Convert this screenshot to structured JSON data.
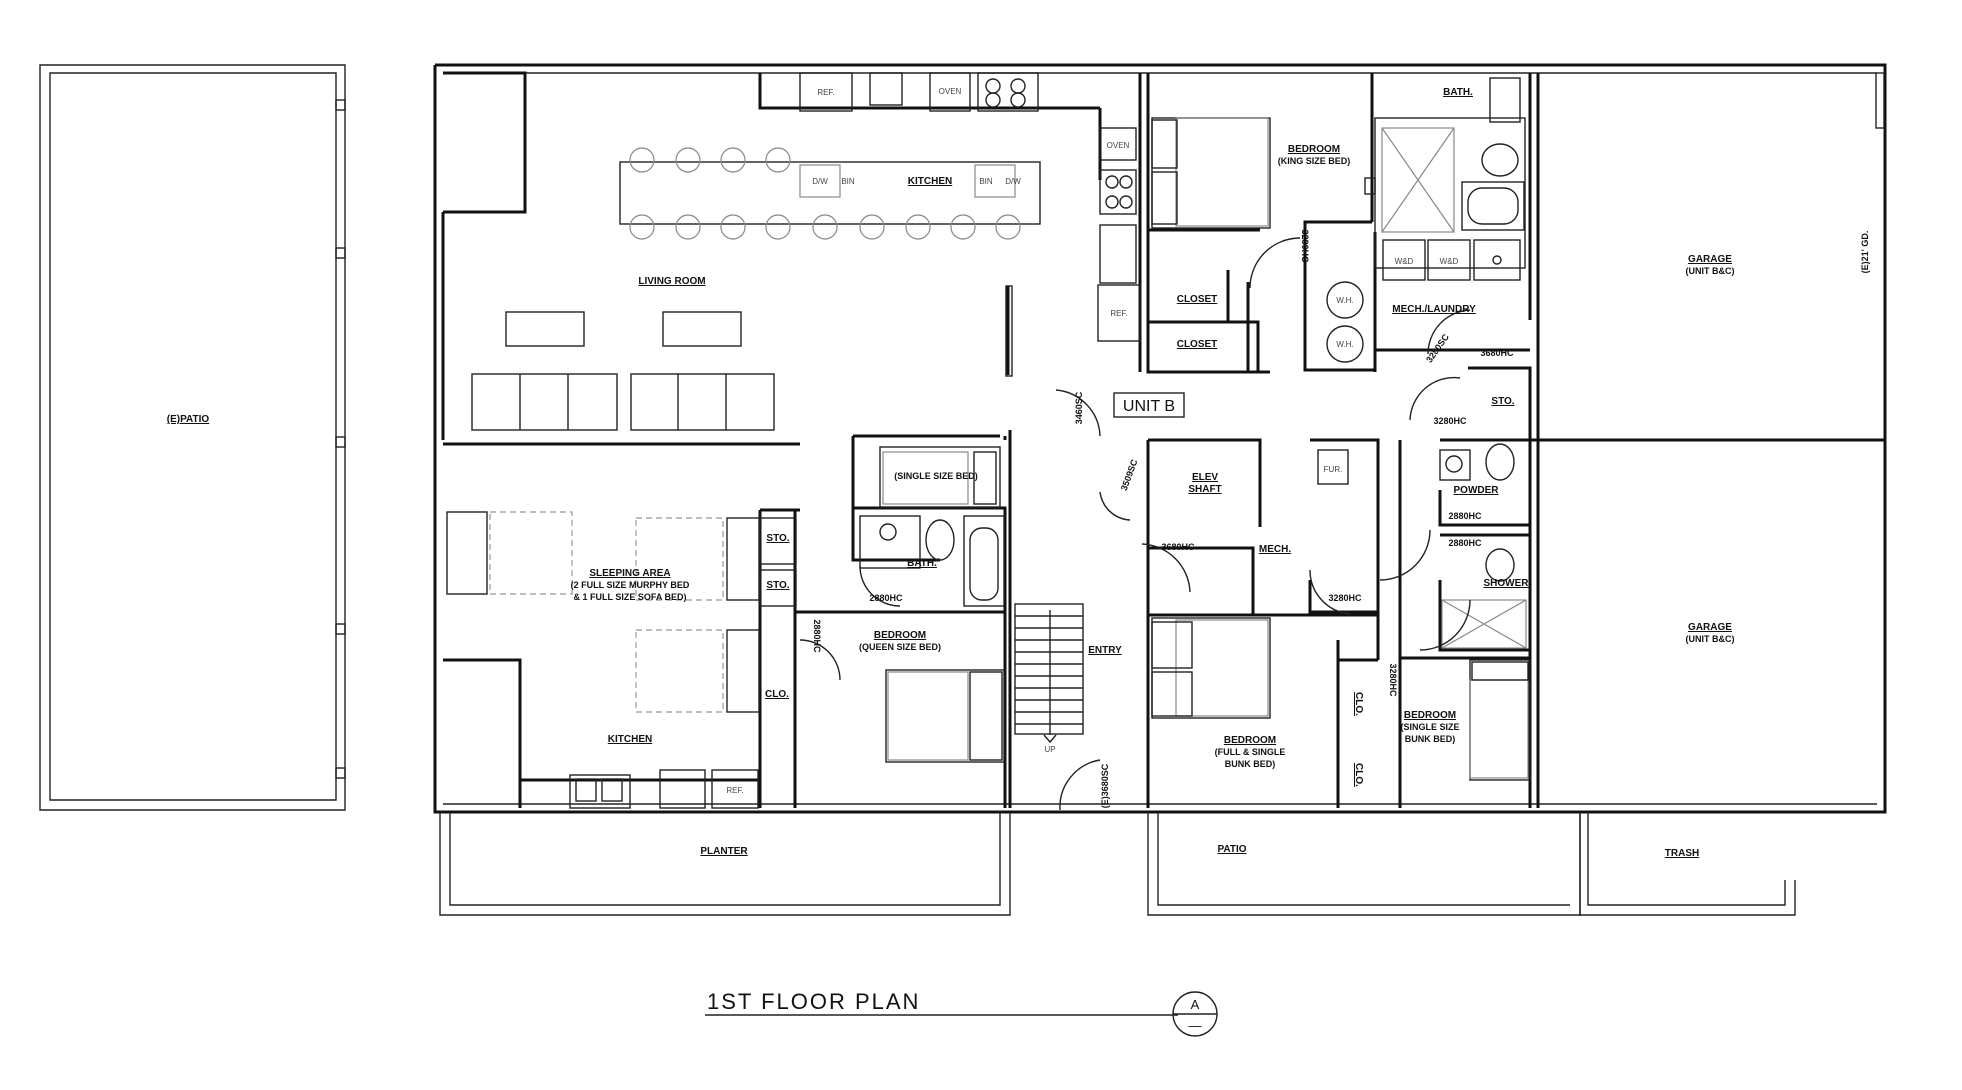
{
  "title": "1ST FLOOR PLAN",
  "title_marker": {
    "letter": "A",
    "sub": "—"
  },
  "unit_tag": "UNIT B",
  "rooms": {
    "e_patio": "(E)PATIO",
    "living_room": "LIVING ROOM",
    "kitchen_main": "KITCHEN",
    "sleeping_area": [
      "SLEEPING AREA",
      "(2 FULL SIZE MURPHY BED",
      "& 1 FULL SIZE SOFA BED)"
    ],
    "kitchen_small": "KITCHEN",
    "sto_1": "STO.",
    "sto_2": "STO.",
    "clo_left": "CLO.",
    "single_bed_room": "(SINGLE SIZE BED)",
    "bath_left": "BATH.",
    "bedroom_queen": [
      "BEDROOM",
      "(QUEEN SIZE BED)"
    ],
    "entry": "ENTRY",
    "bedroom_king": [
      "BEDROOM",
      "(KING SIZE BED)"
    ],
    "bath_right": "BATH.",
    "closet_1": "CLOSET",
    "closet_2": "CLOSET",
    "mech_laundry": "MECH./LAUNDRY",
    "elev_shaft": [
      "ELEV",
      "SHAFT"
    ],
    "mech": "MECH.",
    "fur": "FUR.",
    "powder": "POWDER",
    "shower": "SHOWER",
    "sto_right": "STO.",
    "bedroom_bunk": [
      "BEDROOM",
      "(FULL & SINGLE",
      "BUNK BED)"
    ],
    "bedroom_single_bunk": [
      "BEDROOM",
      "(SINGLE SIZE",
      "BUNK BED)"
    ],
    "clo_r1": "CLO.",
    "clo_r2": "CLO.",
    "garage_top": [
      "GARAGE",
      "(UNIT B&C)"
    ],
    "garage_bottom": [
      "GARAGE",
      "(UNIT B&C)"
    ],
    "garage_door": "(E)21' GD.",
    "planter": "PLANTER",
    "patio": "PATIO",
    "trash": "TRASH"
  },
  "fixtures": {
    "ref_top": "REF.",
    "oven_top": "OVEN",
    "oven_right": "OVEN",
    "ref_right": "REF.",
    "dw_l": "D/W",
    "bin_l": "BIN",
    "bin_r": "BIN",
    "dw_r": "D/W",
    "ref_small": "REF.",
    "wd_1": "W&D",
    "wd_2": "W&D",
    "wh_1": "W.H.",
    "wh_2": "W.H.",
    "up": "UP"
  },
  "doors": {
    "d_3460sc": "3460SC",
    "d_3280hc_top": "3280HC",
    "d_3280sc": "3280SC",
    "d_3680hc_r": "3680HC",
    "d_3280hc_sto": "3280HC",
    "d_3509sc": "3509SC",
    "d_3680hc_mid": "3680HC",
    "d_2880hc_bath": "2880HC",
    "d_2880hc_v": "2880HC",
    "d_2880hc_p1": "2880HC",
    "d_2880hc_p2": "2880HC",
    "d_3280hc_bunk": "3280HC",
    "d_3280hc_v": "3280HC",
    "d_e3680sc": "(E)3680SC"
  }
}
